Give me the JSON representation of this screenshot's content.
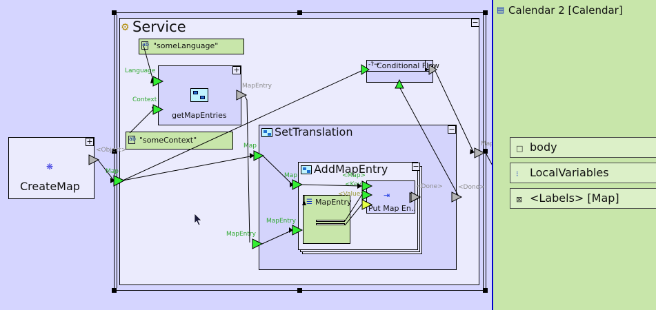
{
  "diagram": {
    "service": {
      "title": "Service",
      "collapse_btn": "−"
    },
    "literals": {
      "some_language": "\"someLanguage\"",
      "some_context": "\"someContext\""
    },
    "get_map_entries": {
      "title": "getMapEntries",
      "expand_btn": "+",
      "ports": {
        "language": "Language",
        "context": "Context",
        "map_entry": "MapEntry"
      }
    },
    "create_map": {
      "title": "CreateMap",
      "expand_btn": "+",
      "ports": {
        "object": "<Object>",
        "map": "Map"
      }
    },
    "conditional_flow": {
      "title": "Conditional Flow"
    },
    "set_translation": {
      "title": "SetTranslation",
      "collapse_btn": "−",
      "ports": {
        "map": "Map",
        "map_entry": "MapEntry",
        "done": "<Done>"
      }
    },
    "add_map_entry": {
      "title": "AddMapEntry",
      "collapse_btn": "−",
      "ports": {
        "map": "Map",
        "map_entry": "MapEntry",
        "done": "<Done>"
      }
    },
    "map_entry_var": {
      "title": "MapEntry"
    },
    "put_map_entry": {
      "title": "Put Map En..",
      "ports": {
        "map": "<Map>",
        "key": "<Key>",
        "value": "<Value>"
      }
    },
    "service_output": {
      "map": "Map"
    }
  },
  "right_panel": {
    "title": "Calendar 2 [Calendar]",
    "items": [
      {
        "icon": "square-icon",
        "glyph": "□",
        "label": "body"
      },
      {
        "icon": "list-icon",
        "glyph": "⁝",
        "label": "LocalVariables"
      },
      {
        "icon": "labels-icon",
        "glyph": "⊠",
        "label": "<Labels> [Map]"
      }
    ]
  },
  "colors": {
    "canvas_bg": "#d5d5ff",
    "panel_bg": "#c8e6aa",
    "port_green": "#33ee33",
    "port_grey": "#b4b4b4",
    "port_yellow": "#e4ff44",
    "accent_blue": "#0000cc"
  }
}
